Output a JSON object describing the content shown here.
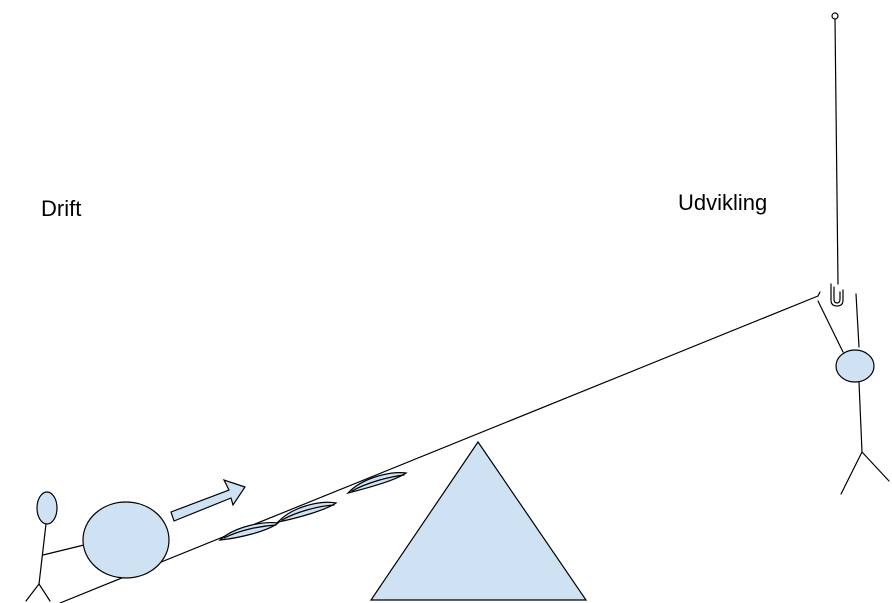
{
  "diagram": {
    "left_label": "Drift",
    "right_label": "Udvikling",
    "fill_color": "#cfe2f3",
    "stroke_color": "#000000",
    "icons": [
      "stick-figure-pushing",
      "boulder",
      "push-arrow",
      "pebbles",
      "seesaw-plank",
      "fulcrum-triangle",
      "crane-hook",
      "hanging-stick-figure"
    ]
  }
}
